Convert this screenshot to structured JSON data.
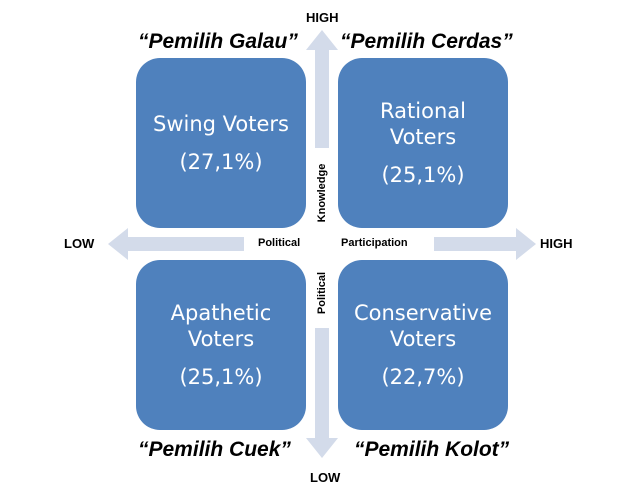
{
  "axes": {
    "vertical_high": "HIGH",
    "vertical_low": "LOW",
    "horizontal_low": "LOW",
    "horizontal_high": "HIGH",
    "vertical_label_top": "Knowledge",
    "vertical_label_bottom": "Political",
    "horizontal_label_left": "Political",
    "horizontal_label_right": "Participation"
  },
  "quadrants": [
    {
      "nickname": "“Pemilih Galau”",
      "title_line1": "Swing Voters",
      "title_line2": "",
      "percent": "(27,1%)"
    },
    {
      "nickname": "“Pemilih Cerdas”",
      "title_line1": "Rational",
      "title_line2": "Voters",
      "percent": "(25,1%)"
    },
    {
      "nickname": "“Pemilih Cuek”",
      "title_line1": "Apathetic",
      "title_line2": "Voters",
      "percent": "(25,1%)"
    },
    {
      "nickname": "“Pemilih Kolot”",
      "title_line1": "Conservative",
      "title_line2": "Voters",
      "percent": "(22,7%)"
    }
  ],
  "colors": {
    "box": "#4f81bd",
    "arrow": "#d3dbea"
  }
}
